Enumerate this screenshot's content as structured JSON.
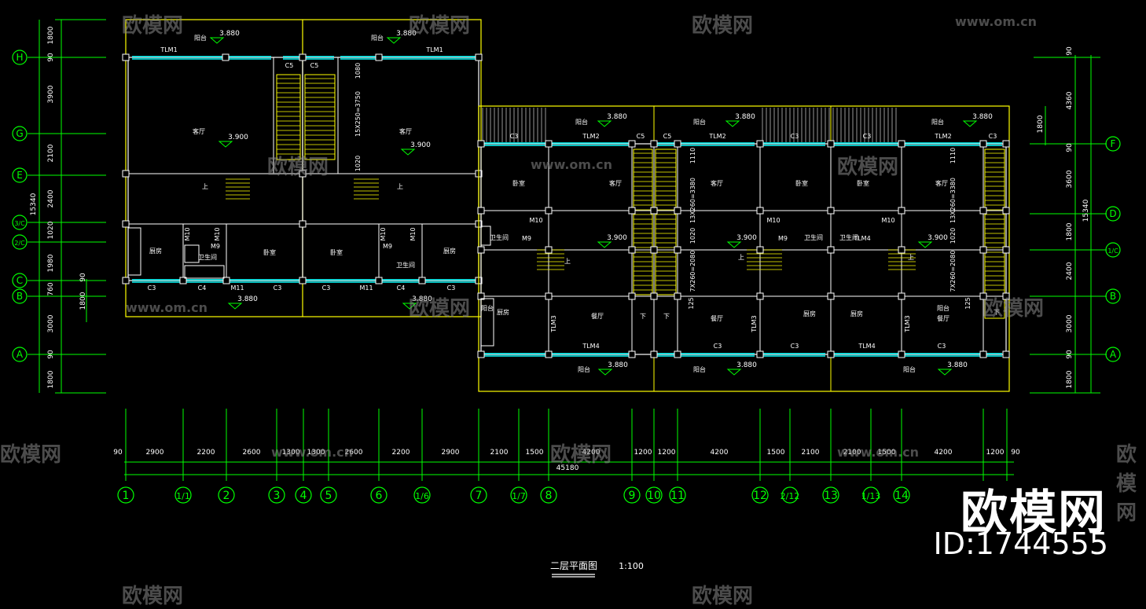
{
  "drawing": {
    "title": "二层平面图",
    "scale": "1:100",
    "total_dim": "45180"
  },
  "colors": {
    "wall": "#ffffff",
    "dim": "#00ff00",
    "window": "#00ffff",
    "yellow": "#ffff00",
    "text": "#ffffff",
    "circle": "#00ff00"
  },
  "rows": [
    {
      "label": "H",
      "side": "both"
    },
    {
      "label": "G",
      "side": "left"
    },
    {
      "label": "E",
      "side": "left"
    },
    {
      "label": "3/C",
      "side": "left"
    },
    {
      "label": "2/C",
      "side": "left"
    },
    {
      "label": "C",
      "side": "left"
    },
    {
      "label": "B",
      "side": "left"
    },
    {
      "label": "A",
      "side": "left"
    },
    {
      "label": "F",
      "side": "right"
    },
    {
      "label": "D",
      "side": "right"
    },
    {
      "label": "1/C",
      "side": "right"
    },
    {
      "label": "B",
      "side": "right"
    },
    {
      "label": "A",
      "side": "right"
    }
  ],
  "left_dims": [
    "1800",
    "90",
    "3900",
    "2100",
    "2400",
    "1020",
    "1980",
    "90",
    "760",
    "1800",
    "3000",
    "90",
    "1800",
    "15340"
  ],
  "right_dims": [
    "90",
    "4360",
    "1800",
    "90",
    "3600",
    "15340",
    "1800",
    "2400",
    "3000",
    "90",
    "1800"
  ],
  "columns": [
    "1",
    "1/1",
    "2",
    "3",
    "4",
    "5",
    "6",
    "1/6",
    "7",
    "1/7",
    "8",
    "9",
    "10",
    "11",
    "12",
    "2/12",
    "13",
    "1/13",
    "14"
  ],
  "bottom_dims": [
    "90",
    "2900",
    "2200",
    "2600",
    "1300",
    "1300",
    "2600",
    "2200",
    "2900",
    "2100",
    "1500",
    "4200",
    "1200",
    "1200",
    "4200",
    "1500",
    "2100",
    "2100",
    "1500",
    "4200",
    "1200",
    "90"
  ],
  "rooms": [
    "阳台",
    "阳台",
    "客厅",
    "客厅",
    "厨房",
    "卫生间",
    "卧室",
    "卧室",
    "卫生间",
    "厨房",
    "阳台",
    "阳台",
    "阳台",
    "阳台",
    "阳台",
    "卧室",
    "客厅",
    "客厅",
    "卧室",
    "卧室",
    "客厅",
    "卫生间",
    "卫生间",
    "卫生间",
    "厨房",
    "餐厅",
    "餐厅",
    "厨房",
    "厨房",
    "餐厅",
    "阳台",
    "阳台",
    "阳台"
  ],
  "levels": [
    "3.880",
    "3.880",
    "3.900",
    "3.900",
    "3.880",
    "3.880",
    "3.880",
    "3.880",
    "3.880",
    "3.900",
    "3.900",
    "3.900",
    "3.880",
    "3.880",
    "3.880"
  ],
  "tags": [
    "TLM1",
    "TLM1",
    "C5",
    "C5",
    "M10",
    "M10",
    "M9",
    "M10",
    "M10",
    "M9",
    "C3",
    "C4",
    "M11",
    "C3",
    "C3",
    "M11",
    "C4",
    "C3",
    "C3",
    "TLM2",
    "C5",
    "C5",
    "TLM2",
    "C3",
    "C3",
    "TLM2",
    "C3",
    "M10",
    "M9",
    "M10",
    "M9",
    "M10",
    "TLM4",
    "TLM3",
    "TLM4",
    "TLM3",
    "C3",
    "C3",
    "TLM4",
    "TLM3",
    "C3",
    "上",
    "上",
    "上",
    "上",
    "上",
    "下",
    "下",
    "下"
  ],
  "stair_dims": [
    "1080",
    "15X250=3750",
    "1020",
    "1110",
    "13X260=3380",
    "1020",
    "7X260=2080",
    "125",
    "1110",
    "13X260=3380",
    "1020",
    "7X260=2080",
    "125"
  ],
  "watermark": {
    "text": "欧模网",
    "url": "www.om.cn",
    "logo": "欧模网",
    "id": "ID:1744555"
  }
}
